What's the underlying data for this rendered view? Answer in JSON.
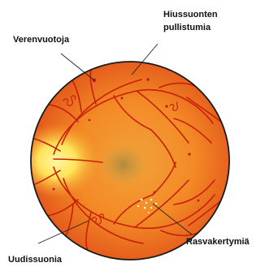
{
  "diagram": {
    "labels": {
      "hemorrhage": "Verenvuotoja",
      "microaneurysm_line1": "Hiussuonten",
      "microaneurysm_line2": "pullistumia",
      "exudates": "Rasvakertymiä",
      "neovascularization": "Uudissuonia"
    },
    "colors": {
      "retina_outer": "#e2531a",
      "retina_mid": "#f48a2a",
      "optic_disc": "#fff06a",
      "macula": "#b88a3a",
      "vessels": "#c8200a",
      "outline": "#1a1a1a",
      "hemorrhage_spots": "#d0261a",
      "exudates": "#fff7d0"
    }
  }
}
